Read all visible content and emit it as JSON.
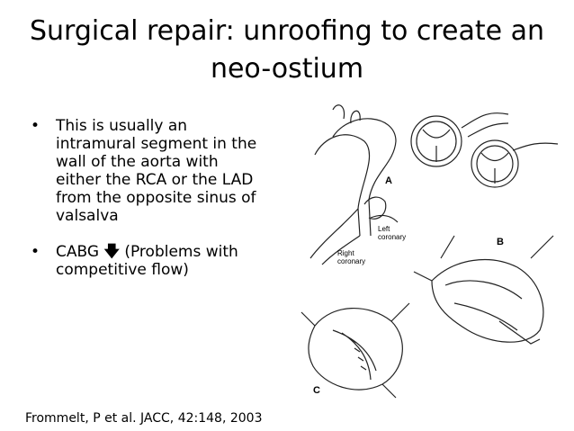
{
  "slide": {
    "title_line1": "Surgical repair: unroofing to create an",
    "title_line2": "neo-ostium",
    "bullets": [
      {
        "text": "This is usually an intramural segment in the wall of the aorta with either the RCA or the LAD from the opposite sinus of valsalva"
      },
      {
        "text_before": "CABG",
        "arrow_icon": "arrow-down-icon",
        "text_after": "(Problems with competitive flow)"
      }
    ],
    "citation": "Frommelt, P et al. JACC, 42:148, 2003"
  },
  "figure": {
    "labels": {
      "a": "A",
      "b": "B",
      "c": "C",
      "left_coronary": "Left\ncoronary",
      "right_coronary": "Right\ncoronary"
    }
  }
}
